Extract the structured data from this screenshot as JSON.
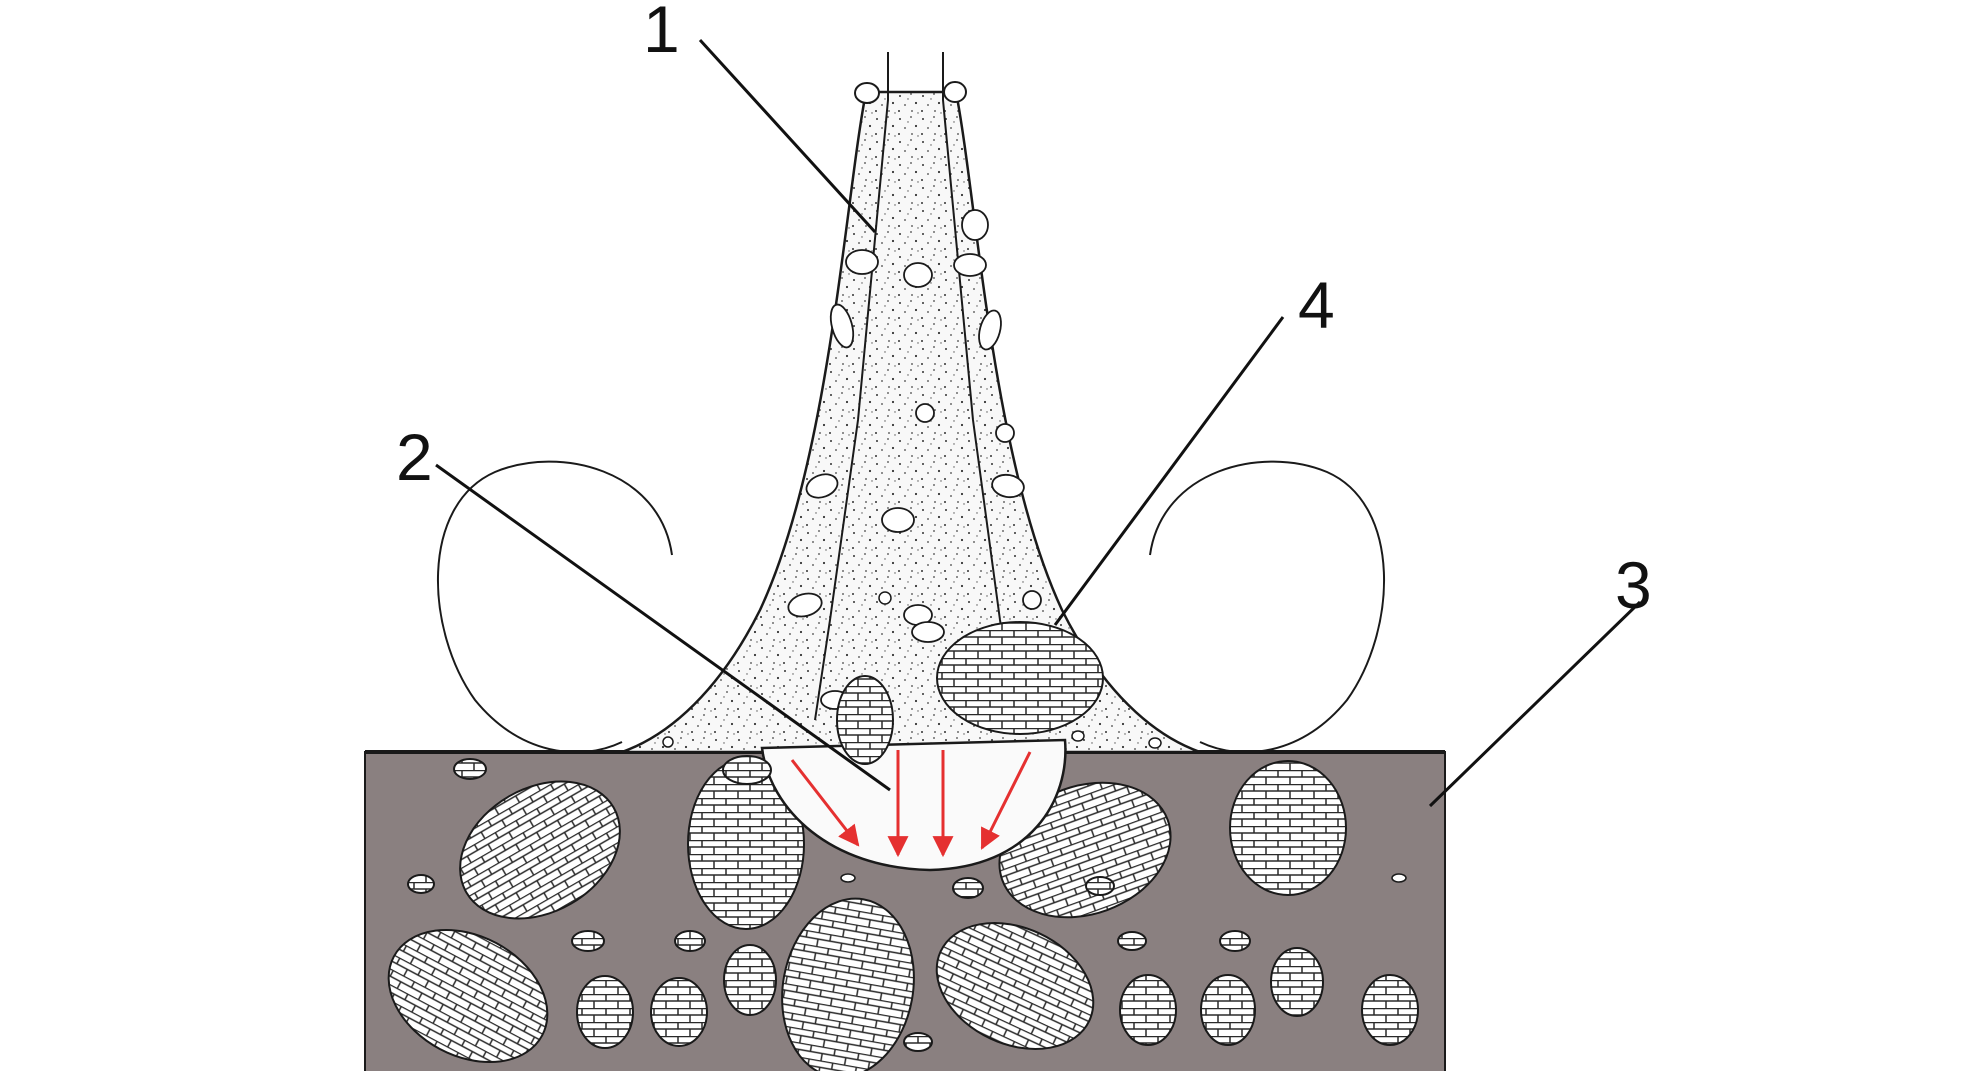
{
  "callouts": [
    {
      "id": "1",
      "label": "1"
    },
    {
      "id": "2",
      "label": "2"
    },
    {
      "id": "3",
      "label": "3"
    },
    {
      "id": "4",
      "label": "4"
    }
  ],
  "colors": {
    "substrate": "#8a8080",
    "jet": "#f7f7f7",
    "outline": "#1a1a1a",
    "brick_fill": "#ffffff",
    "brick_mortar": "#2a2a2a",
    "arrow": "#e53030",
    "leader": "#111111"
  }
}
